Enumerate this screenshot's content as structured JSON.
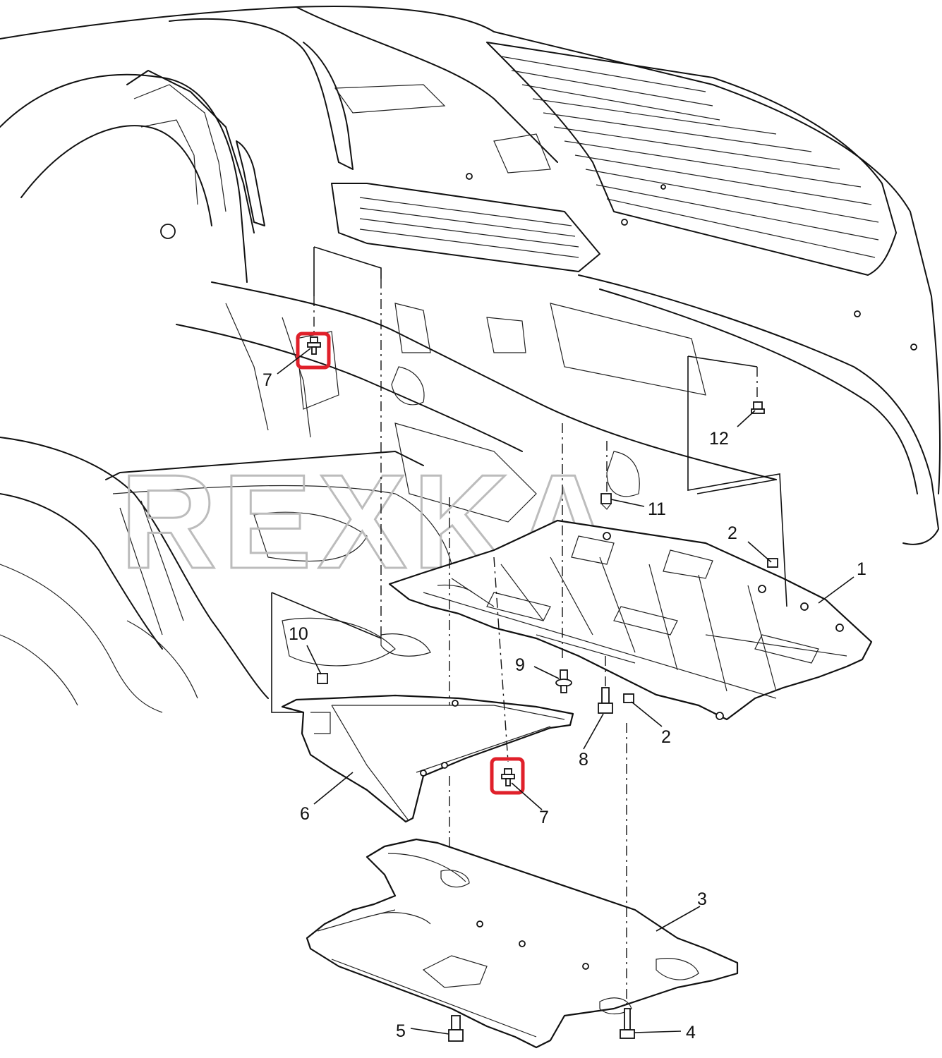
{
  "watermark": "REXKA",
  "callouts": [
    {
      "id": "c1",
      "text": "1"
    },
    {
      "id": "c2a",
      "text": "2"
    },
    {
      "id": "c2b",
      "text": "2"
    },
    {
      "id": "c3",
      "text": "3"
    },
    {
      "id": "c4",
      "text": "4"
    },
    {
      "id": "c5",
      "text": "5"
    },
    {
      "id": "c6",
      "text": "6"
    },
    {
      "id": "c7a",
      "text": "7"
    },
    {
      "id": "c7b",
      "text": "7"
    },
    {
      "id": "c8",
      "text": "8"
    },
    {
      "id": "c9",
      "text": "9"
    },
    {
      "id": "c10",
      "text": "10"
    },
    {
      "id": "c11",
      "text": "11"
    },
    {
      "id": "c12",
      "text": "12"
    }
  ],
  "highlight_color": "#e0202a"
}
